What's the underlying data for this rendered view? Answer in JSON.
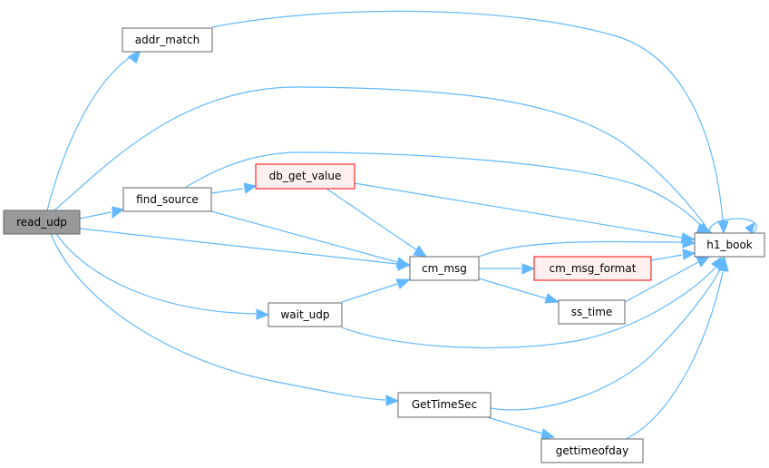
{
  "diagram": {
    "type": "call-graph",
    "colors": {
      "edge": "#63b8ff",
      "node_fill": "#ffffff",
      "node_stroke": "#666666",
      "root_fill": "#999999",
      "undocumented_fill": "#fff0f0",
      "undocumented_stroke": "#ff0000"
    },
    "nodes": {
      "read_udp": "read_udp",
      "addr_match": "addr_match",
      "find_source": "find_source",
      "db_get_value": "db_get_value",
      "cm_msg": "cm_msg",
      "cm_msg_format": "cm_msg_format",
      "ss_time": "ss_time",
      "wait_udp": "wait_udp",
      "GetTimeSec": "GetTimeSec",
      "gettimeofday": "gettimeofday",
      "h1_book": "h1_book"
    },
    "edges": [
      [
        "read_udp",
        "addr_match"
      ],
      [
        "read_udp",
        "h1_book"
      ],
      [
        "read_udp",
        "find_source"
      ],
      [
        "read_udp",
        "cm_msg"
      ],
      [
        "read_udp",
        "wait_udp"
      ],
      [
        "read_udp",
        "GetTimeSec"
      ],
      [
        "addr_match",
        "h1_book"
      ],
      [
        "find_source",
        "db_get_value"
      ],
      [
        "find_source",
        "h1_book"
      ],
      [
        "find_source",
        "cm_msg"
      ],
      [
        "db_get_value",
        "h1_book"
      ],
      [
        "db_get_value",
        "cm_msg"
      ],
      [
        "cm_msg",
        "cm_msg_format"
      ],
      [
        "cm_msg",
        "ss_time"
      ],
      [
        "cm_msg",
        "h1_book"
      ],
      [
        "cm_msg_format",
        "h1_book"
      ],
      [
        "ss_time",
        "h1_book"
      ],
      [
        "wait_udp",
        "cm_msg"
      ],
      [
        "wait_udp",
        "h1_book"
      ],
      [
        "GetTimeSec",
        "h1_book"
      ],
      [
        "GetTimeSec",
        "gettimeofday"
      ],
      [
        "gettimeofday",
        "h1_book"
      ],
      [
        "h1_book",
        "h1_book"
      ]
    ]
  }
}
